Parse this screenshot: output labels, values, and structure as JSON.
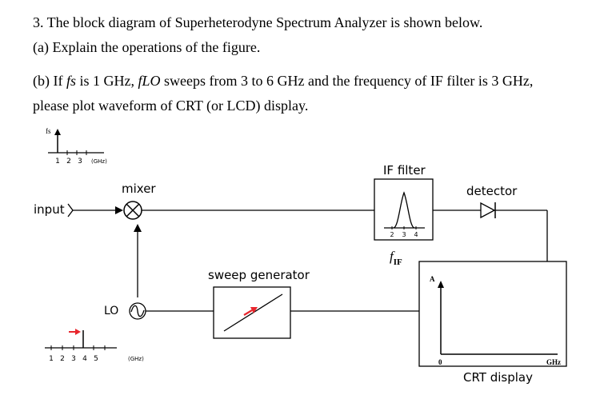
{
  "question": {
    "title": "3. The block diagram of Superheterodyne Spectrum Analyzer is shown below.",
    "part_a": "(a) Explain the operations of the figure.",
    "part_b_prefix": "(b) If ",
    "fs_symbol": "fs",
    "part_b_mid": " is 1 GHz, ",
    "flo_symbol": "fLO",
    "part_b_rest": " sweeps from 3 to 6 GHz and the frequency of IF filter is 3 GHz,",
    "part_b_line2": "please plot waveform of CRT (or LCD) display."
  },
  "diagram": {
    "input_label": "input",
    "mixer_label": "mixer",
    "lo_label": "LO",
    "sweep_generator_label": "sweep generator",
    "if_filter_label": "IF filter",
    "fif_label": "f",
    "fif_sub": "IF",
    "detector_label": "detector",
    "crt_label": "CRT display",
    "crt_axis_y": "A",
    "crt_axis_origin": "0",
    "crt_axis_x": "GHz",
    "fs_spectrum": {
      "axis_label": "fs",
      "ticks": [
        "1",
        "2",
        "3"
      ],
      "unit": "(GHz)"
    },
    "lo_spectrum": {
      "ticks": [
        "1",
        "2",
        "3",
        "4",
        "5"
      ],
      "unit": "(GHz)"
    },
    "if_filter_ticks": [
      "2",
      "3",
      "4"
    ]
  },
  "colors": {
    "line": "#000000",
    "sweep_arrow": "#e8262d"
  }
}
